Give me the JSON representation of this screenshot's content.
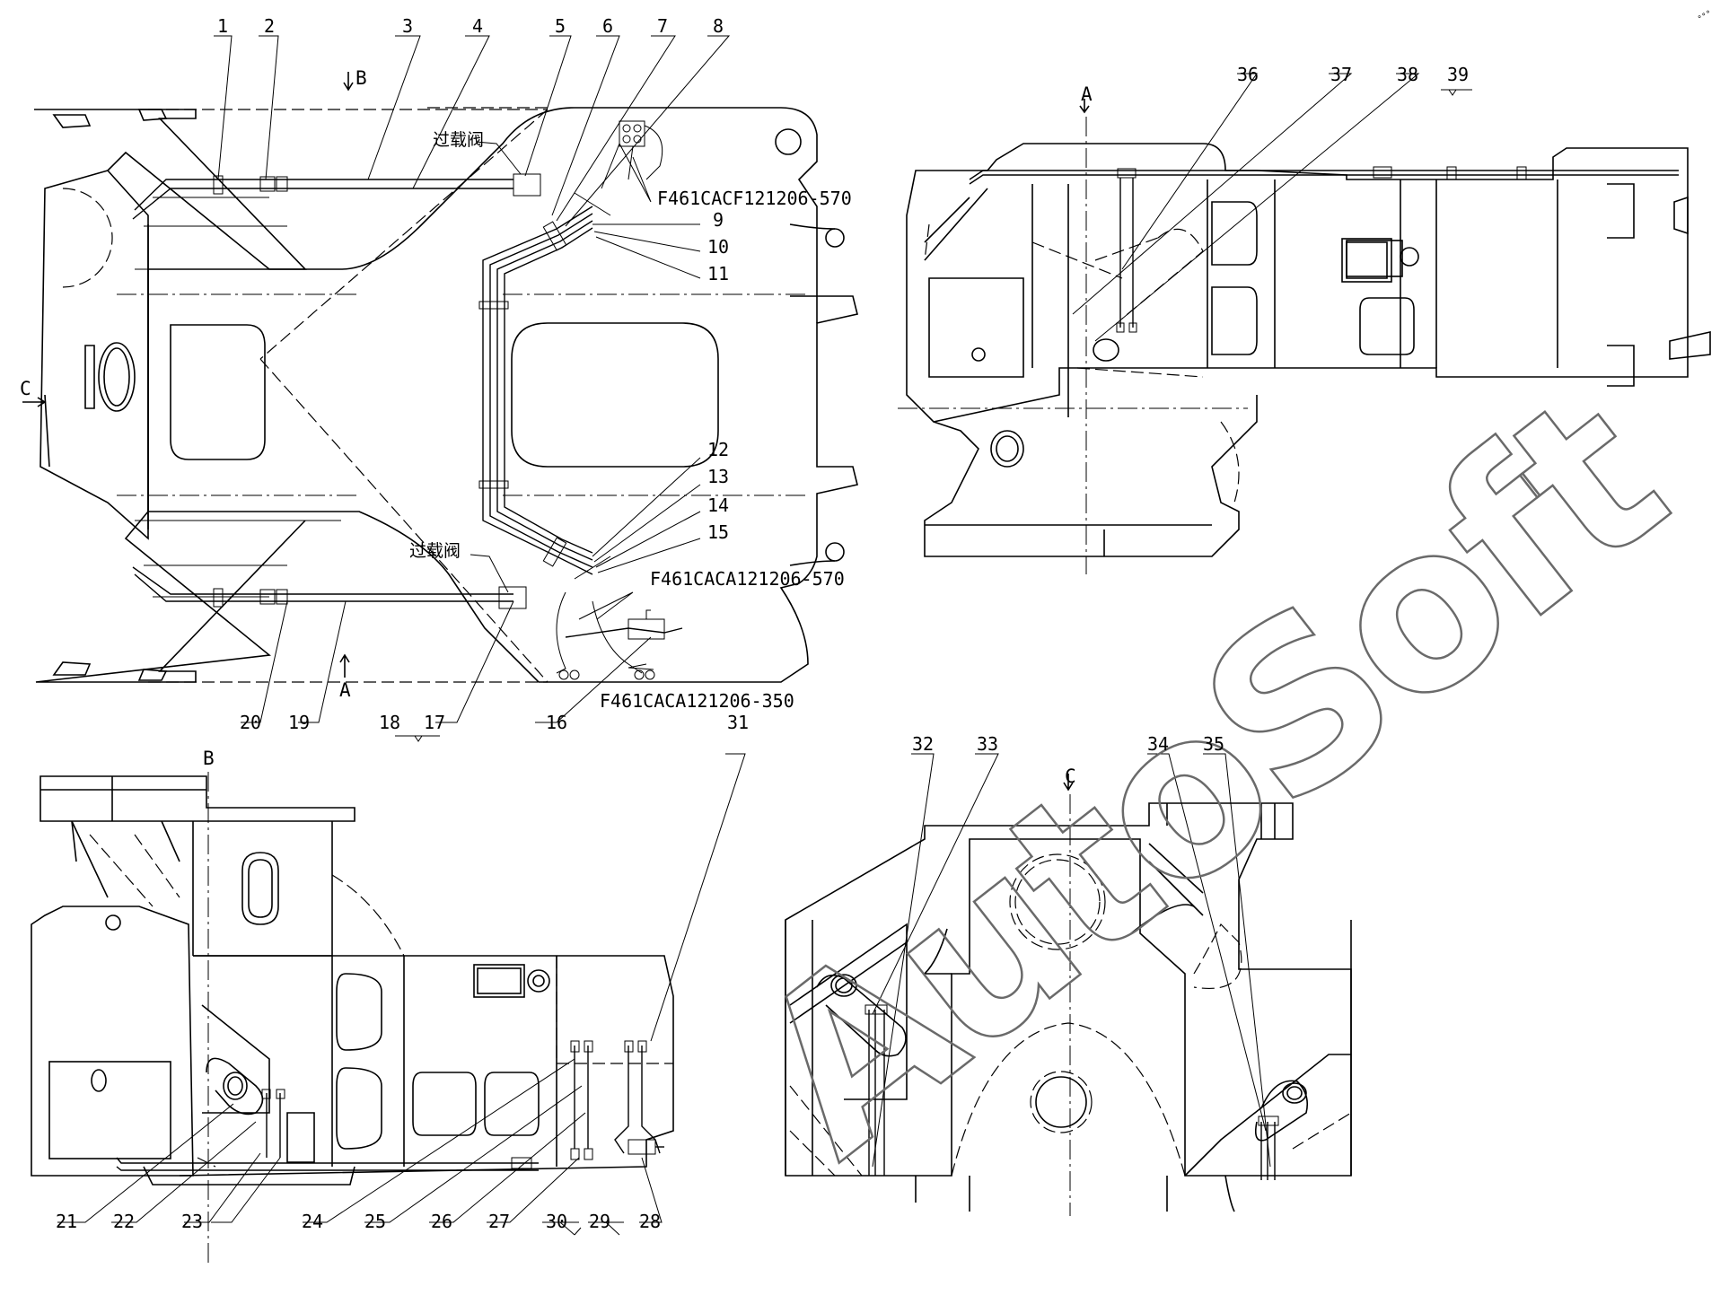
{
  "drawing": {
    "watermark": "AutoSoft",
    "corner_mark": "°°°",
    "view_labels": {
      "A_arrow": "A",
      "B_arrow": "B",
      "C_arrow": "C",
      "A_section": "A",
      "B_section": "B",
      "C_section": "C"
    },
    "notes": {
      "overload_valve_top": "过载阀",
      "overload_valve_bottom": "过载阀"
    },
    "hose_codes": {
      "hose_upper": "F461CACF121206-570",
      "hose_middle": "F461CACA121206-570",
      "hose_lower": "F461CACA121206-350"
    },
    "callouts": [
      "1",
      "2",
      "3",
      "4",
      "5",
      "6",
      "7",
      "8",
      "9",
      "10",
      "11",
      "12",
      "13",
      "14",
      "15",
      "16",
      "17",
      "18",
      "19",
      "20",
      "21",
      "22",
      "23",
      "24",
      "25",
      "26",
      "27",
      "28",
      "29",
      "30",
      "31",
      "32",
      "33",
      "34",
      "35",
      "36",
      "37",
      "38",
      "39"
    ]
  }
}
